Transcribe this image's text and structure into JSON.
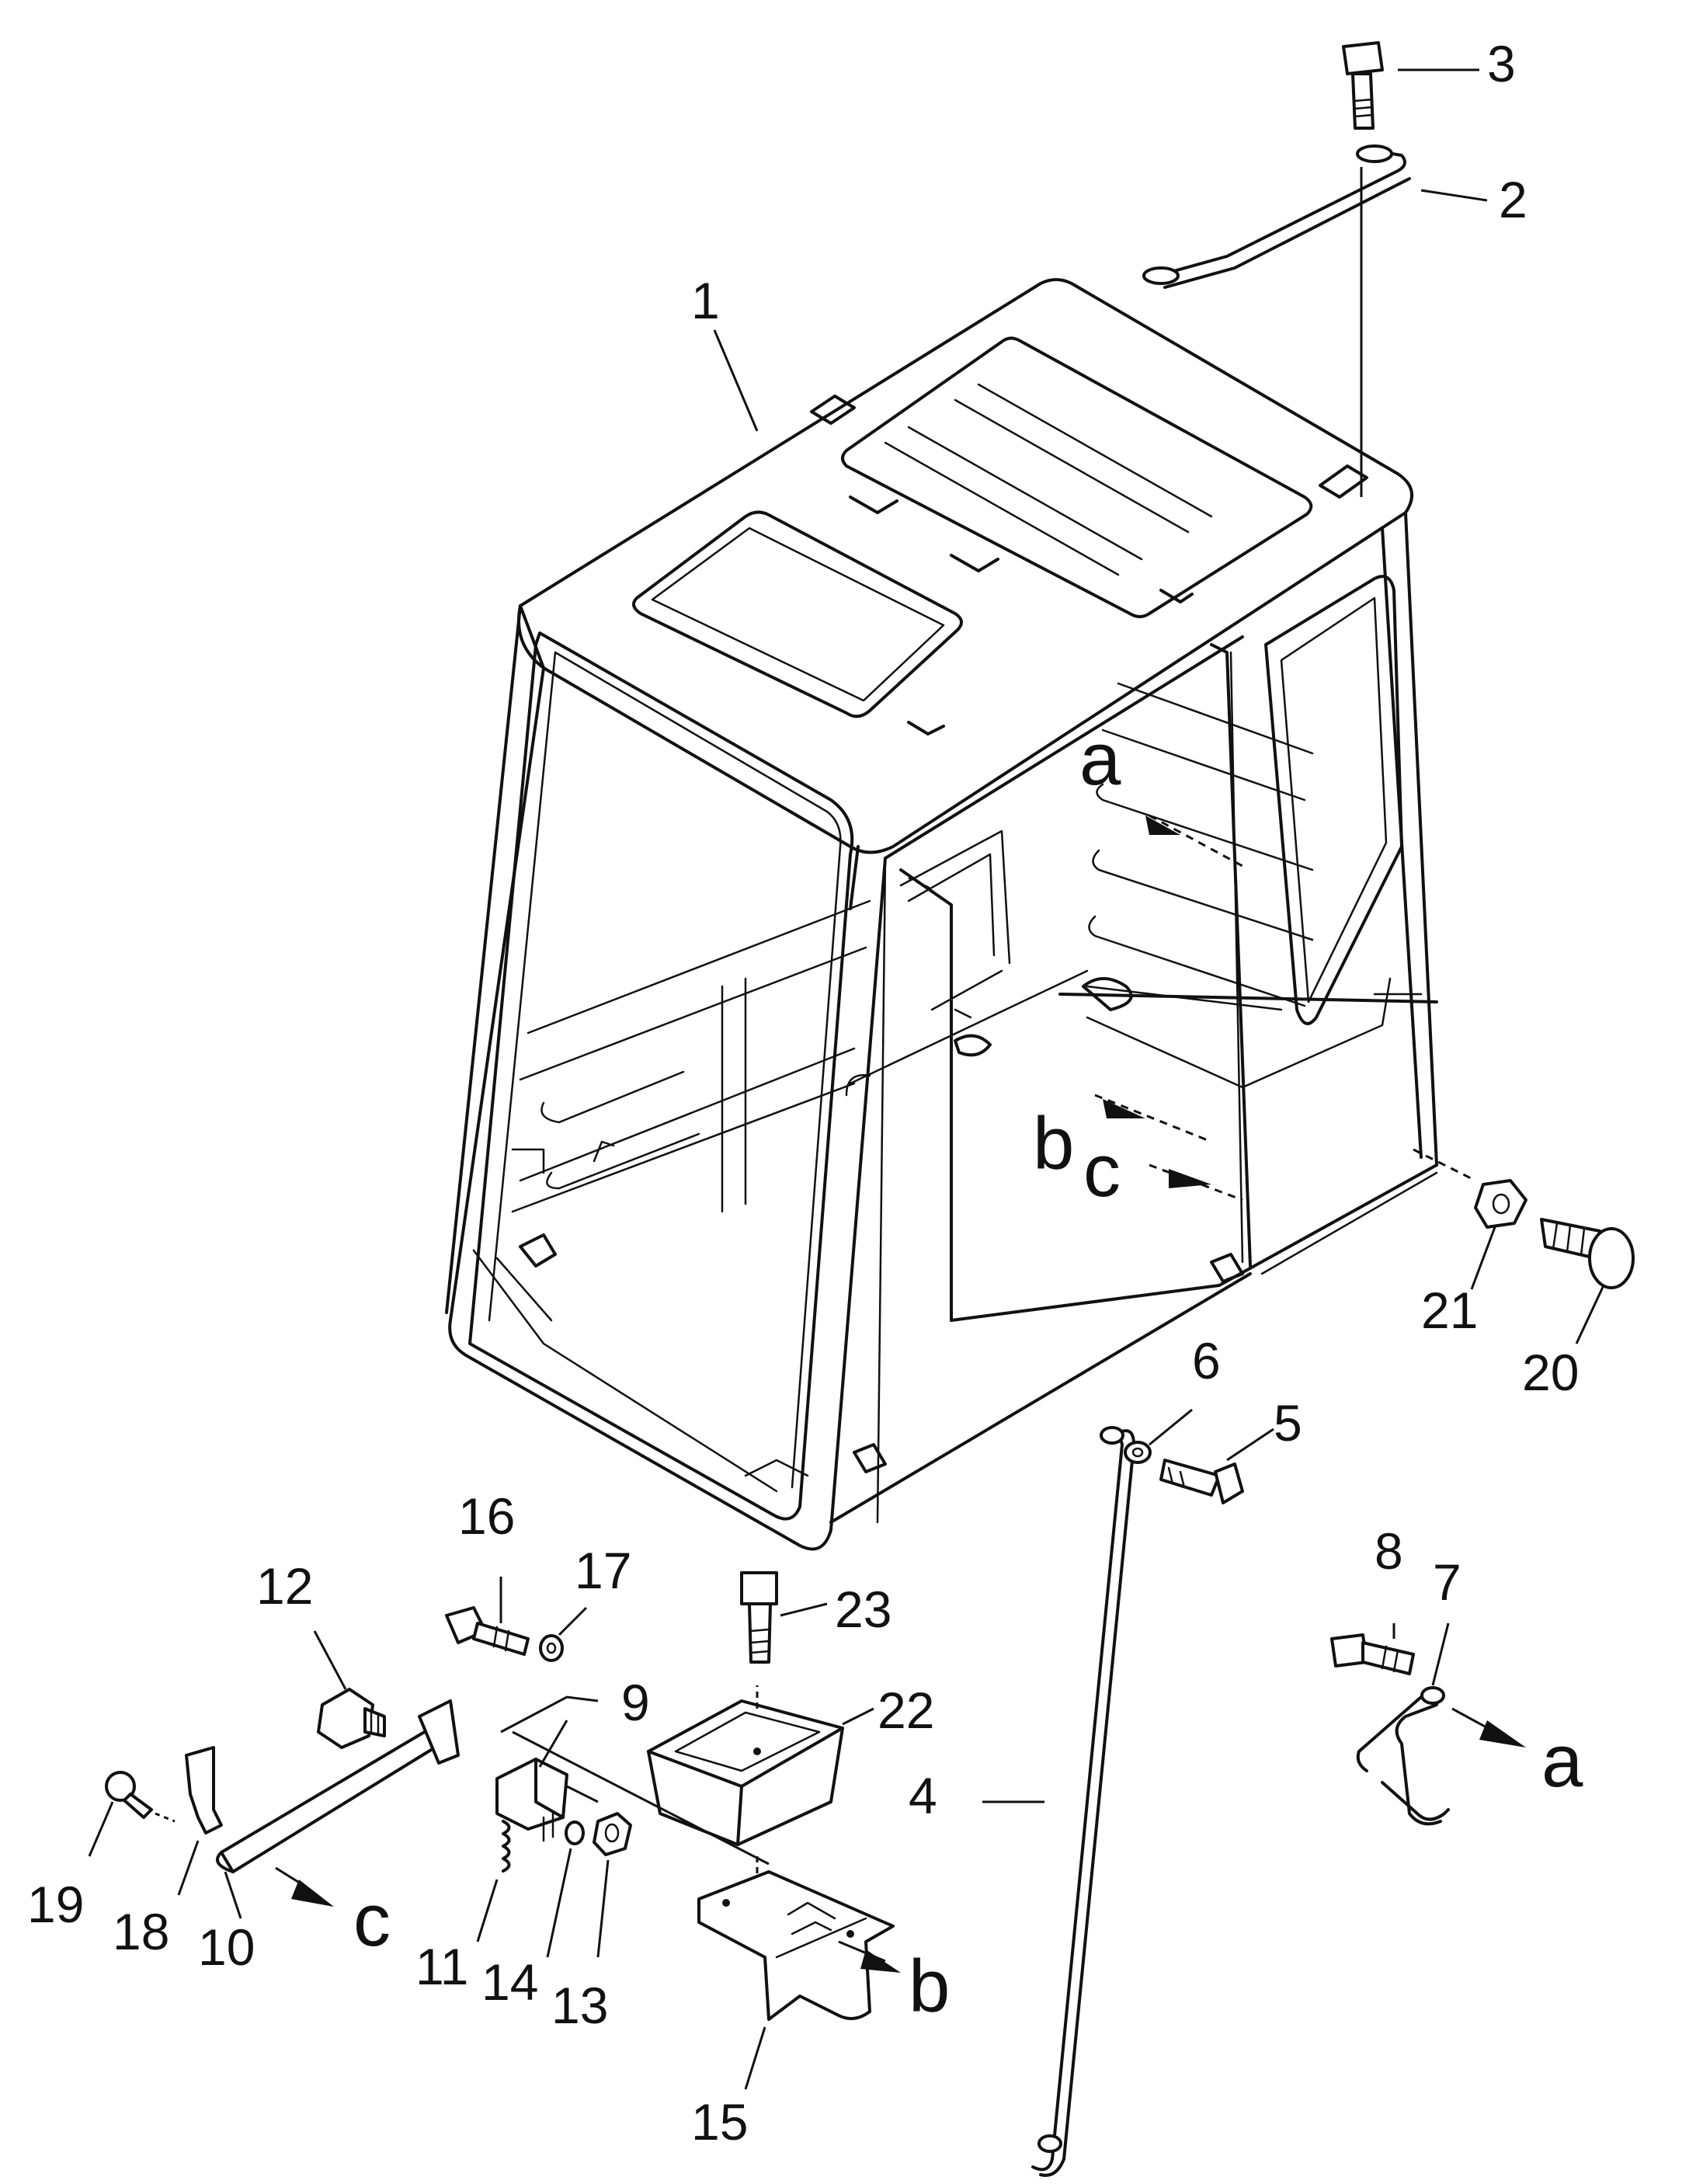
{
  "callouts": {
    "n1": "1",
    "n2": "2",
    "n3": "3",
    "n4": "4",
    "n5": "5",
    "n6": "6",
    "n7": "7",
    "n8": "8",
    "n9": "9",
    "n10": "10",
    "n11": "11",
    "n12": "12",
    "n13": "13",
    "n14": "14",
    "n15": "15",
    "n16": "16",
    "n17": "17",
    "n18": "18",
    "n19": "19",
    "n20": "20",
    "n21": "21",
    "n22": "22",
    "n23": "23"
  },
  "connection_letters": {
    "a_cab": "a",
    "b_cab": "b",
    "c_cab": "c",
    "a_part": "a",
    "b_part": "b",
    "c_part": "c"
  }
}
